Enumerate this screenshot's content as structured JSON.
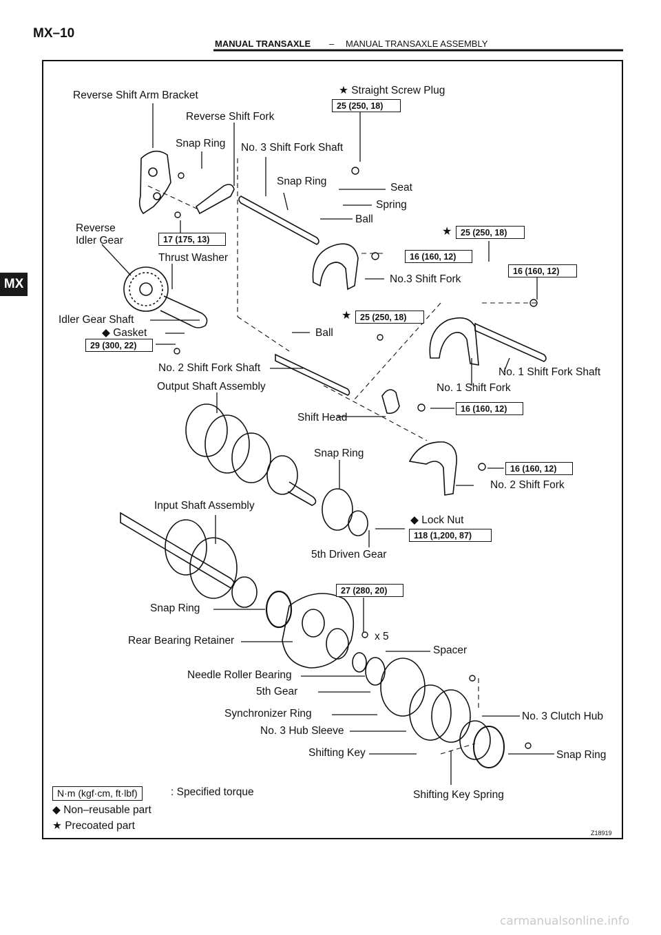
{
  "header": {
    "page_code": "MX–10",
    "title_left": "MANUAL TRANSAXLE",
    "title_sep": "–",
    "title_right": "MANUAL TRANSAXLE ASSEMBLY",
    "side_tab": "MX"
  },
  "labels": {
    "reverse_shift_arm_bracket": "Reverse Shift Arm Bracket",
    "reverse_shift_fork": "Reverse Shift Fork",
    "straight_screw_plug": "★ Straight Screw Plug",
    "snap_ring_1": "Snap Ring",
    "no3_shift_fork_shaft": "No. 3 Shift Fork Shaft",
    "snap_ring_2": "Snap Ring",
    "seat": "Seat",
    "spring": "Spring",
    "ball_1": "Ball",
    "reverse_idler_gear_1": "Reverse",
    "reverse_idler_gear_2": "Idler Gear",
    "thrust_washer": "Thrust Washer",
    "no3_shift_fork": "No.3 Shift Fork",
    "idler_gear_shaft": "Idler Gear Shaft",
    "gasket": "◆ Gasket",
    "ball_2": "Ball",
    "no2_shift_fork_shaft": "No. 2 Shift Fork Shaft",
    "no1_shift_fork_shaft": "No. 1 Shift Fork Shaft",
    "output_shaft_assembly": "Output Shaft Assembly",
    "no1_shift_fork": "No. 1 Shift Fork",
    "shift_head": "Shift Head",
    "snap_ring_3": "Snap Ring",
    "no2_shift_fork": "No. 2 Shift Fork",
    "input_shaft_assembly": "Input Shaft Assembly",
    "lock_nut": "◆ Lock Nut",
    "fifth_driven_gear": "5th Driven Gear",
    "snap_ring_4": "Snap Ring",
    "x5": "x 5",
    "rear_bearing_retainer": "Rear Bearing Retainer",
    "spacer": "Spacer",
    "needle_roller_bearing": "Needle Roller Bearing",
    "fifth_gear": "5th Gear",
    "synchronizer_ring": "Synchronizer Ring",
    "no3_clutch_hub": "No. 3 Clutch Hub",
    "no3_hub_sleeve": "No. 3 Hub Sleeve",
    "shifting_key": "Shifting Key",
    "snap_ring_5": "Snap Ring",
    "shifting_key_spring": "Shifting Key Spring",
    "star_1": "★",
    "star_2": "★"
  },
  "torques": {
    "t_straight_plug": "25 (250, 18)",
    "t_17": "17 (175, 13)",
    "t_25b": "25 (250, 18)",
    "t_16a": "16 (160, 12)",
    "t_16b": "16 (160, 12)",
    "t_25c": "25 (250, 18)",
    "t_29": "29 (300, 22)",
    "t_16c": "16 (160, 12)",
    "t_16d": "16 (160, 12)",
    "t_118": "118 (1,200, 87)",
    "t_27": "27 (280, 20)"
  },
  "legend": {
    "unit_box": "N·m (kgf·cm, ft·lbf)",
    "unit_text": ": Specified torque",
    "non_reusable": "◆ Non–reusable part",
    "precoated": "★ Precoated part"
  },
  "figure_code": "Z18919",
  "watermark": "carmanualsonline.info"
}
